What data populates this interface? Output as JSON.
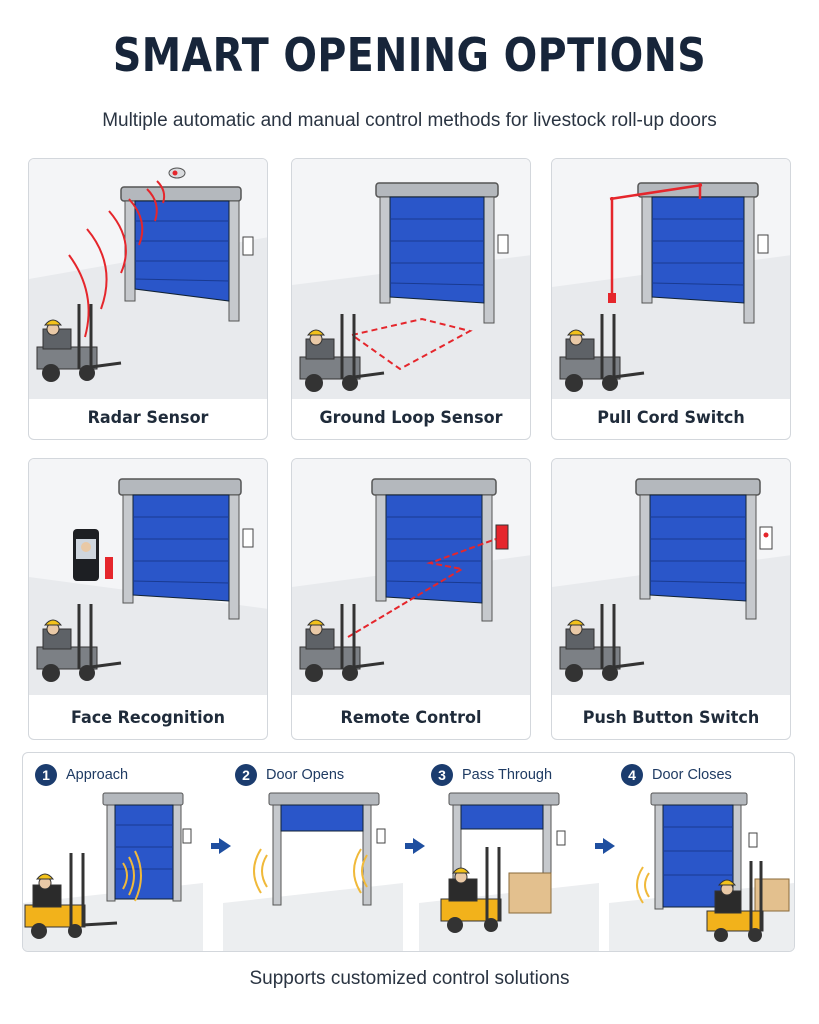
{
  "title": "SMART OPENING OPTIONS",
  "subtitle": "Multiple automatic and manual control methods for livestock roll-up doors",
  "options": [
    {
      "label": "Radar Sensor",
      "icon": "radar-sensor-icon"
    },
    {
      "label": "Ground Loop Sensor",
      "icon": "ground-loop-icon"
    },
    {
      "label": "Pull Cord Switch",
      "icon": "pull-cord-icon"
    },
    {
      "label": "Face Recognition",
      "icon": "face-recognition-icon"
    },
    {
      "label": "Remote Control",
      "icon": "remote-control-icon"
    },
    {
      "label": "Push Button Switch",
      "icon": "push-button-icon"
    }
  ],
  "sequence": [
    {
      "number": "1",
      "label": "Approach"
    },
    {
      "number": "2",
      "label": "Door Opens"
    },
    {
      "number": "3",
      "label": "Pass Through"
    },
    {
      "number": "4",
      "label": "Door Closes"
    }
  ],
  "footer": "Supports customized control solutions",
  "colors": {
    "door_blue": "#2a56c9",
    "frame_gray": "#a8adb3",
    "accent_red": "#e5262c",
    "forklift_gray": "#6b6f73",
    "forklift_yellow": "#f2b21b",
    "step_navy": "#1b3c6e"
  }
}
